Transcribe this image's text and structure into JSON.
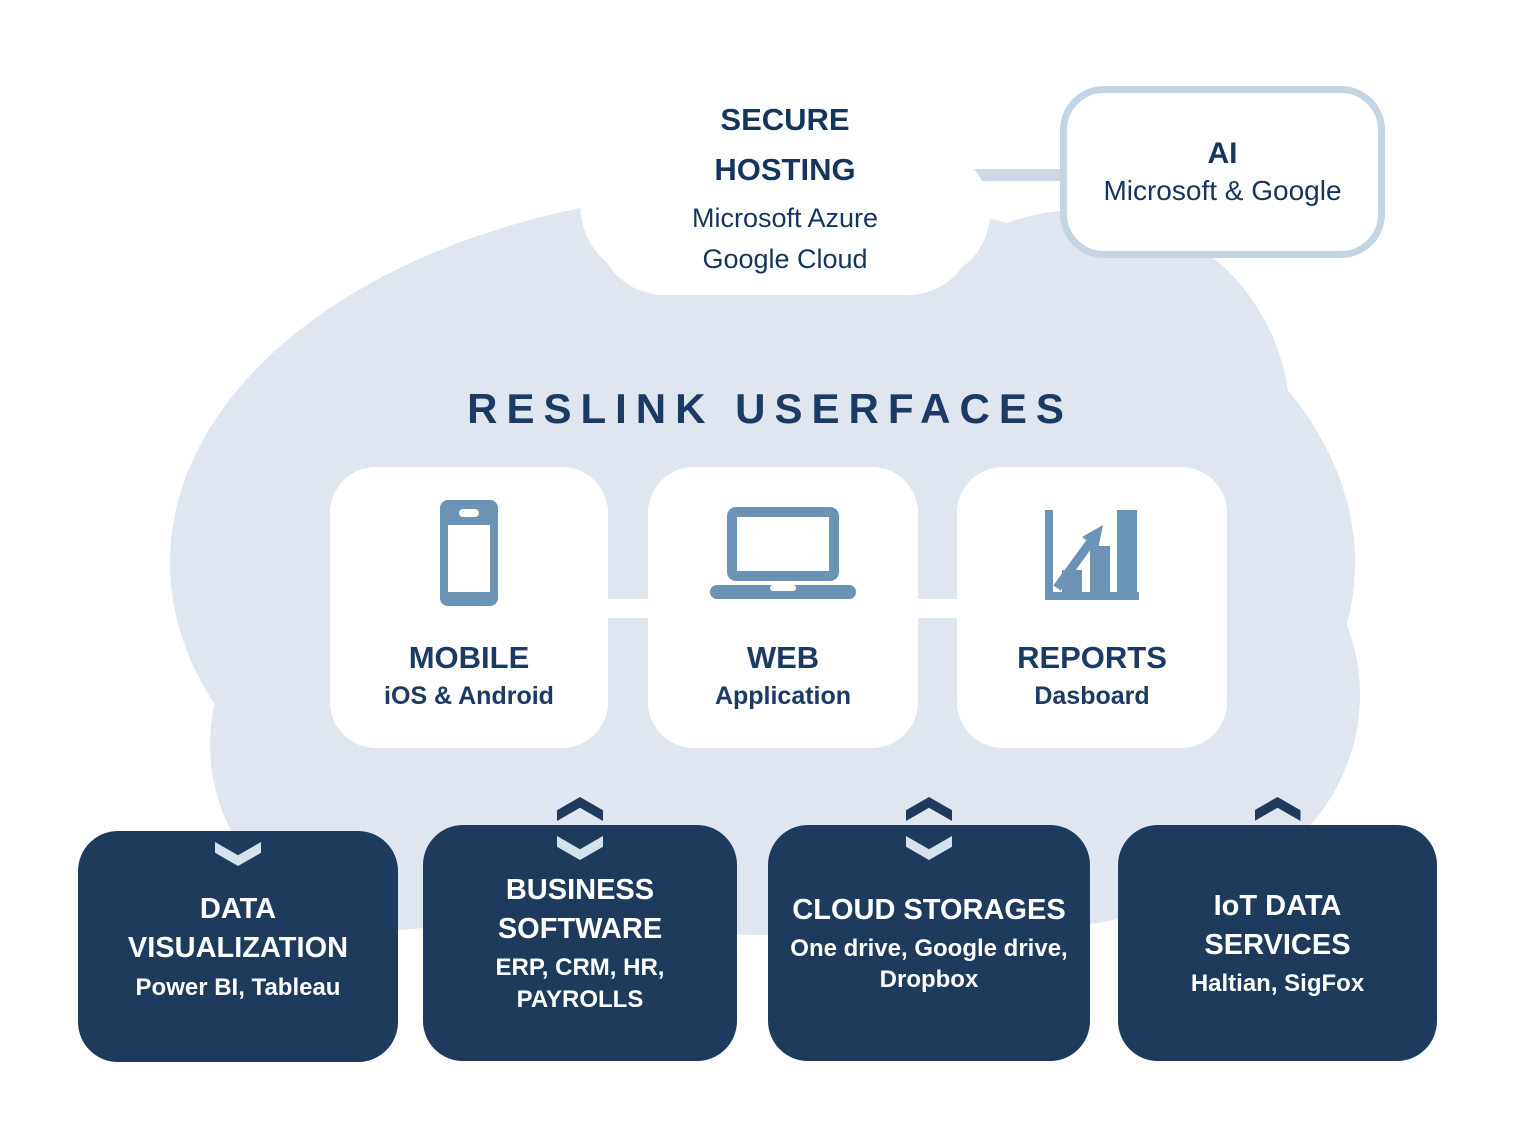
{
  "main_title": "RESLINK USERFACES",
  "colors": {
    "background": "#ffffff",
    "cloud_light": "#dfe6ef",
    "navy_box": "#1e3a5c",
    "text_navy": "#16355e",
    "title_navy": "#1b3a64",
    "icon_steel_blue": "#6b93b6",
    "ai_border": "#c5d4e3",
    "connector": "#cbd8e6",
    "chevron_light": "#d6e1ee",
    "box_text": "#ffffff"
  },
  "secure_hosting_cloud": {
    "title": "SECURE HOSTING",
    "providers": [
      "Microsoft Azure",
      "Google Cloud"
    ]
  },
  "ai_box": {
    "title": "AI",
    "subtitle": "Microsoft & Google"
  },
  "interface_cards": [
    {
      "title": "MOBILE",
      "subtitle": "iOS & Android",
      "icon": "smartphone-icon"
    },
    {
      "title": "WEB",
      "subtitle": "Application",
      "icon": "laptop-icon"
    },
    {
      "title": "REPORTS",
      "subtitle": "Dasboard",
      "icon": "bar-chart-icon"
    }
  ],
  "service_boxes": [
    {
      "title": "DATA VISUALIZATION",
      "subtitle": "Power BI, Tableau",
      "arrow_up": false,
      "arrow_down": true
    },
    {
      "title": "BUSINESS SOFTWARE",
      "subtitle": "ERP, CRM, HR, PAYROLLS",
      "arrow_up": true,
      "arrow_down": true
    },
    {
      "title": "CLOUD STORAGES",
      "subtitle": "One drive, Google drive, Dropbox",
      "arrow_up": true,
      "arrow_down": true
    },
    {
      "title": "IoT DATA SERVICES",
      "subtitle": "Haltian, SigFox",
      "arrow_up": true,
      "arrow_down": false
    }
  ]
}
